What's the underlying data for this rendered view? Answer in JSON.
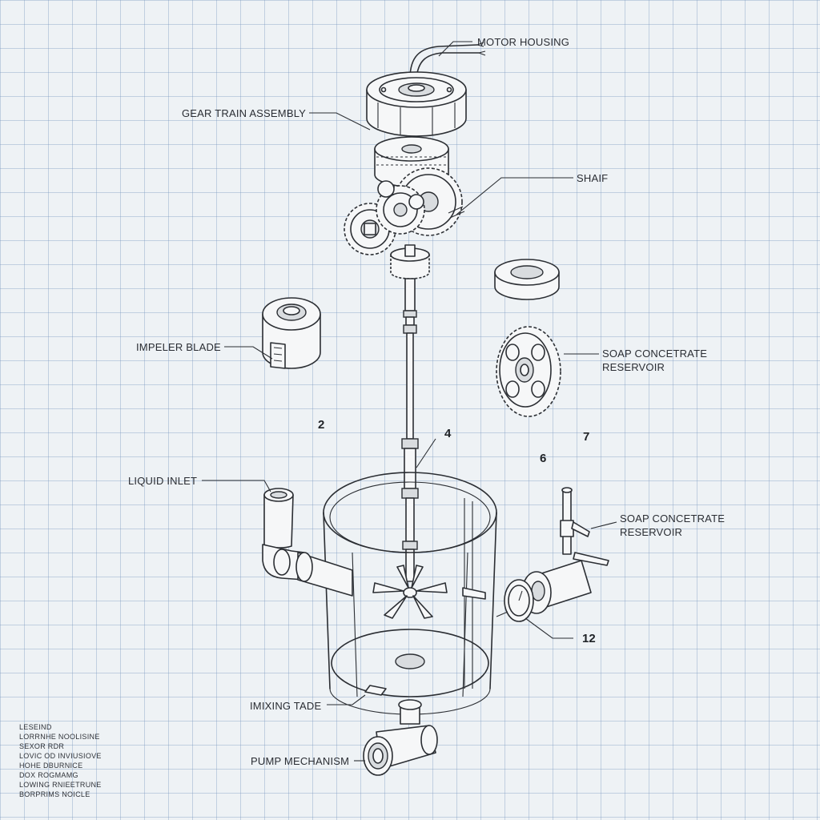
{
  "labels": {
    "motor_housing": "MOTOR HOUSING",
    "gear_train": "GEAR TRAIN ASSEMBLY",
    "shaft": "SHAIF",
    "impeller_blade": "IMPELER BLADE",
    "soap_reservoir_top_line1": "SOAP CONCETRATE",
    "soap_reservoir_top_line2": "RESERVOIR",
    "liquid_inlet": "LIQUID INLET",
    "soap_reservoir_right_line1": "SOAP CONCETRATE",
    "soap_reservoir_right_line2": "RESERVOIR",
    "mixing_tank": "IMIXING TADE",
    "pump_mechanism": "PUMP MECHANISM"
  },
  "numbers": {
    "n2": "2",
    "n4": "4",
    "n6": "6",
    "n7": "7",
    "n12": "12"
  },
  "legend": {
    "title": "LESEIND",
    "lines": [
      "LORRNHE NOOLISINE",
      "SEXOR RDR",
      "LOVIC OD INVIUSIOVE",
      "HOHE DBURNICE",
      "DOX ROGMAMG",
      "LOWING RNIEETRUNE",
      "BORPRIMS NOICLE"
    ]
  },
  "colors": {
    "grid": "#7896be",
    "ink": "#2b2e33",
    "paper": "#eef2f5"
  }
}
